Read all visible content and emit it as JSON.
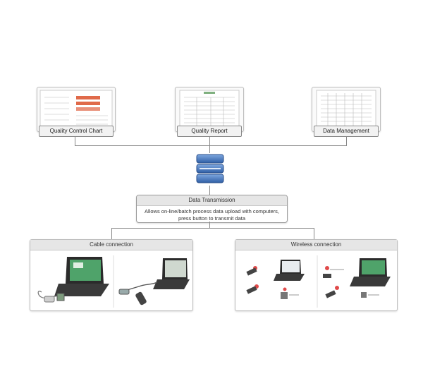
{
  "reports": [
    {
      "label": "Quality Control Chart",
      "icon": "control-chart-thumbnail"
    },
    {
      "label": "Quality Report",
      "icon": "report-thumbnail"
    },
    {
      "label": "Data Management",
      "icon": "data-table-thumbnail"
    }
  ],
  "database": {
    "icon": "database-icon"
  },
  "data_transmission": {
    "title": "Data Transmission",
    "description": "Allows on-line/batch process data upload with computers, press button to transmit data"
  },
  "connections": {
    "cable": {
      "title": "Cable connection"
    },
    "wireless": {
      "title": "Wireless connection"
    }
  },
  "colors": {
    "accent_blue": "#3b6fb6",
    "report_red": "#e06a4a",
    "screen_green": "#2e8b57"
  }
}
